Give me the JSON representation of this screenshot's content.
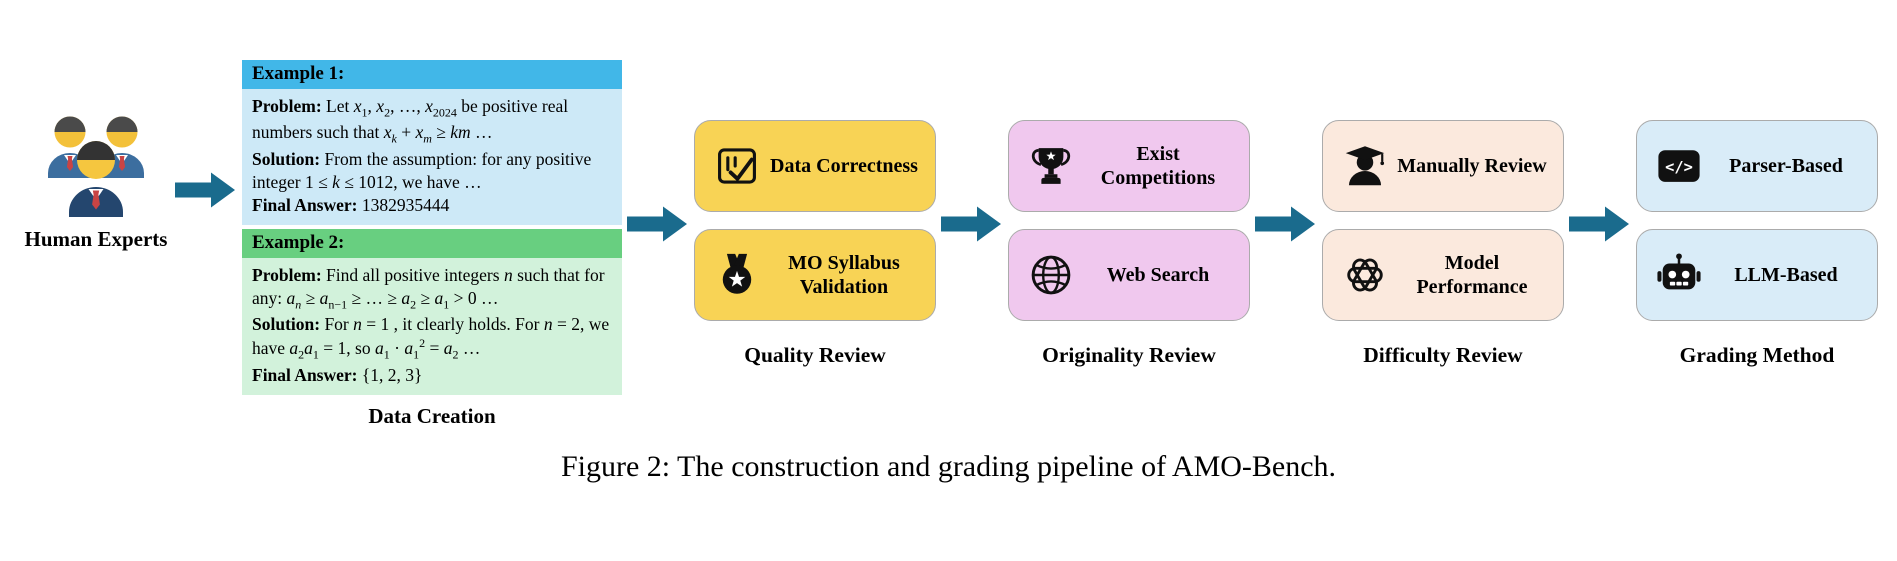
{
  "caption": "Figure 2: The construction and grading pipeline of AMO-Bench.",
  "human_experts": {
    "label": "Human Experts"
  },
  "data_creation": {
    "label": "Data Creation",
    "examples": [
      {
        "title": "Example 1:",
        "body_html": "<b>Problem:</b> Let <i>x</i><sub>1</sub>, <i>x</i><sub>2</sub>, …, <i>x</i><sub>2024</sub> be positive real numbers such that <i>x<sub>k</sub></i> + <i>x<sub>m</sub></i> ≥ <i>km</i> …<br><b>Solution:</b> From the assumption: for any positive integer 1 ≤ <i>k</i> ≤ 1012, we have …<br><b>Final Answer:</b> 1382935444"
      },
      {
        "title": "Example 2:",
        "body_html": "<b>Problem:</b> Find all positive integers <i>n</i> such that for any: <i>a<sub>n</sub></i> ≥ <i>a</i><sub>n−1</sub> ≥ … ≥ <i>a</i><sub>2</sub> ≥ <i>a</i><sub>1</sub> > 0 …<br><b>Solution:</b> For <i>n</i> = 1 , it clearly holds. For <i>n</i> = 2, we have <i>a</i><sub>2</sub><i>a</i><sub>1</sub> = 1, so <i>a</i><sub>1</sub> · <i>a</i><sub>1</sub><sup>2</sup> = <i>a</i><sub>2</sub> …<br><b>Final Answer:</b> {1, 2, 3}"
      }
    ]
  },
  "stages": [
    {
      "label": "Quality Review",
      "fill": "#f8d355",
      "items": [
        {
          "icon": "checklist-icon",
          "label": "Data Correctness"
        },
        {
          "icon": "medal-icon",
          "label": "MO Syllabus Validation"
        }
      ]
    },
    {
      "label": "Originality Review",
      "fill": "#f0c8ee",
      "items": [
        {
          "icon": "trophy-icon",
          "label": "Exist Competitions"
        },
        {
          "icon": "globe-icon",
          "label": "Web Search"
        }
      ]
    },
    {
      "label": "Difficulty Review",
      "fill": "#fbe9dd",
      "items": [
        {
          "icon": "graduate-icon",
          "label": "Manually Review"
        },
        {
          "icon": "openai-logo-icon",
          "label": "Model Performance"
        }
      ]
    },
    {
      "label": "Grading Method",
      "fill": "#d9ecf8",
      "items": [
        {
          "icon": "code-icon",
          "label": "Parser-Based"
        },
        {
          "icon": "robot-icon",
          "label": "LLM-Based"
        }
      ]
    }
  ],
  "icons": {
    "parser_glyph": "</>"
  },
  "colors": {
    "arrow": "#1a6b8d",
    "example1_header": "#41b7e8",
    "example1_body": "#cde9f7",
    "example2_header": "#68cf80",
    "example2_body": "#d2f2db",
    "box_border": "#ababab"
  }
}
